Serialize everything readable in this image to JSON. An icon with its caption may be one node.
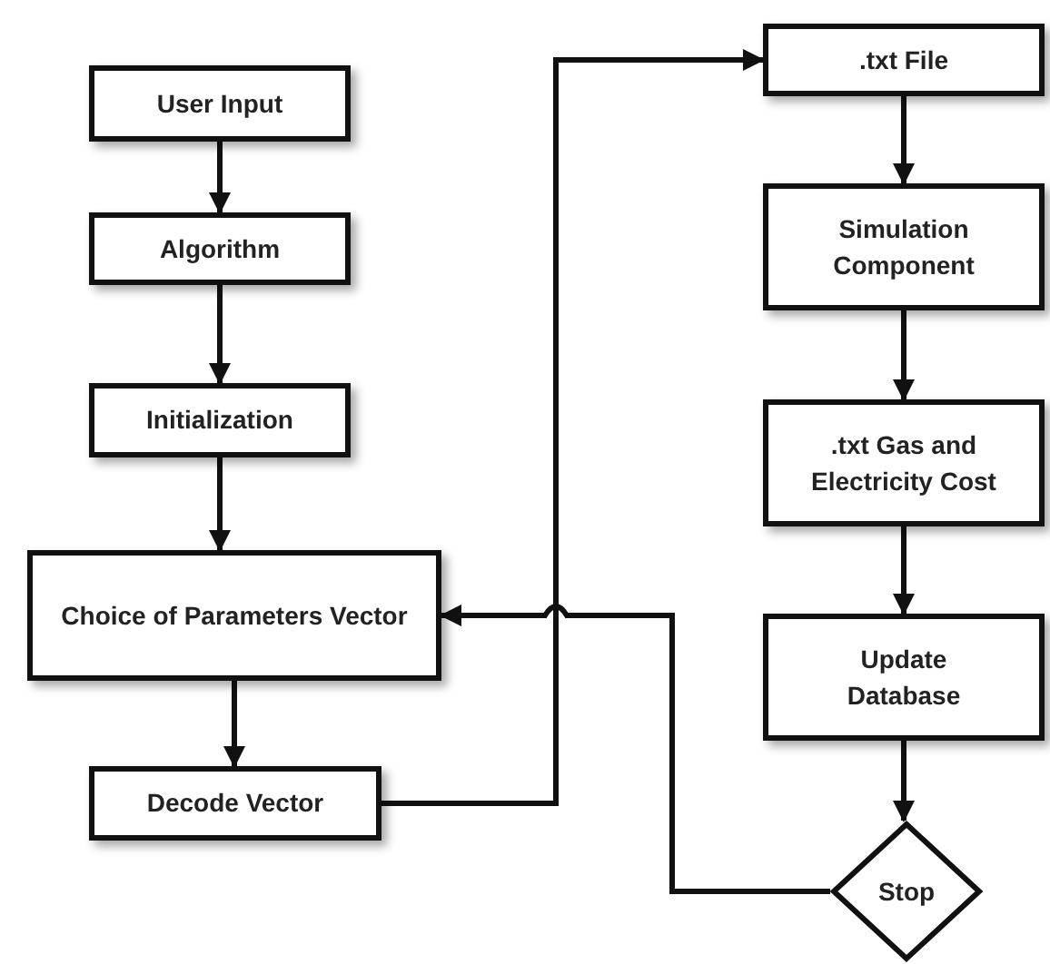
{
  "diagram": {
    "nodes": [
      {
        "text": [
          "User Input"
        ]
      },
      {
        "text": [
          "Algorithm"
        ]
      },
      {
        "text": [
          "Initialization"
        ]
      },
      {
        "text": [
          "Choice of Parameters Vector"
        ]
      },
      {
        "text": [
          "Decode Vector"
        ]
      },
      {
        "text": [
          ".txt File"
        ]
      },
      {
        "text": [
          "Simulation Component"
        ]
      },
      {
        "text": [
          ".txt Gas and Electricity Cost"
        ]
      },
      {
        "text": [
          "Update Database"
        ]
      },
      {
        "text": [
          "Stop"
        ]
      }
    ],
    "edges": [
      {
        "from": 0,
        "to": 1,
        "arrow": "to"
      },
      {
        "from": 1,
        "to": 2,
        "arrow": "to"
      },
      {
        "from": 2,
        "to": 3,
        "arrow": "to"
      },
      {
        "from": 3,
        "to": 4,
        "arrow": "to"
      },
      {
        "from": 4,
        "to": 5,
        "arrow": "to"
      },
      {
        "from": 5,
        "to": 6,
        "arrow": "to"
      },
      {
        "from": 6,
        "to": 7,
        "arrow": "to"
      },
      {
        "from": 7,
        "to": 8,
        "arrow": "to"
      },
      {
        "from": 8,
        "to": 9,
        "arrow": "to"
      },
      {
        "from": 9,
        "to": 3,
        "arrow": "to"
      }
    ]
  }
}
